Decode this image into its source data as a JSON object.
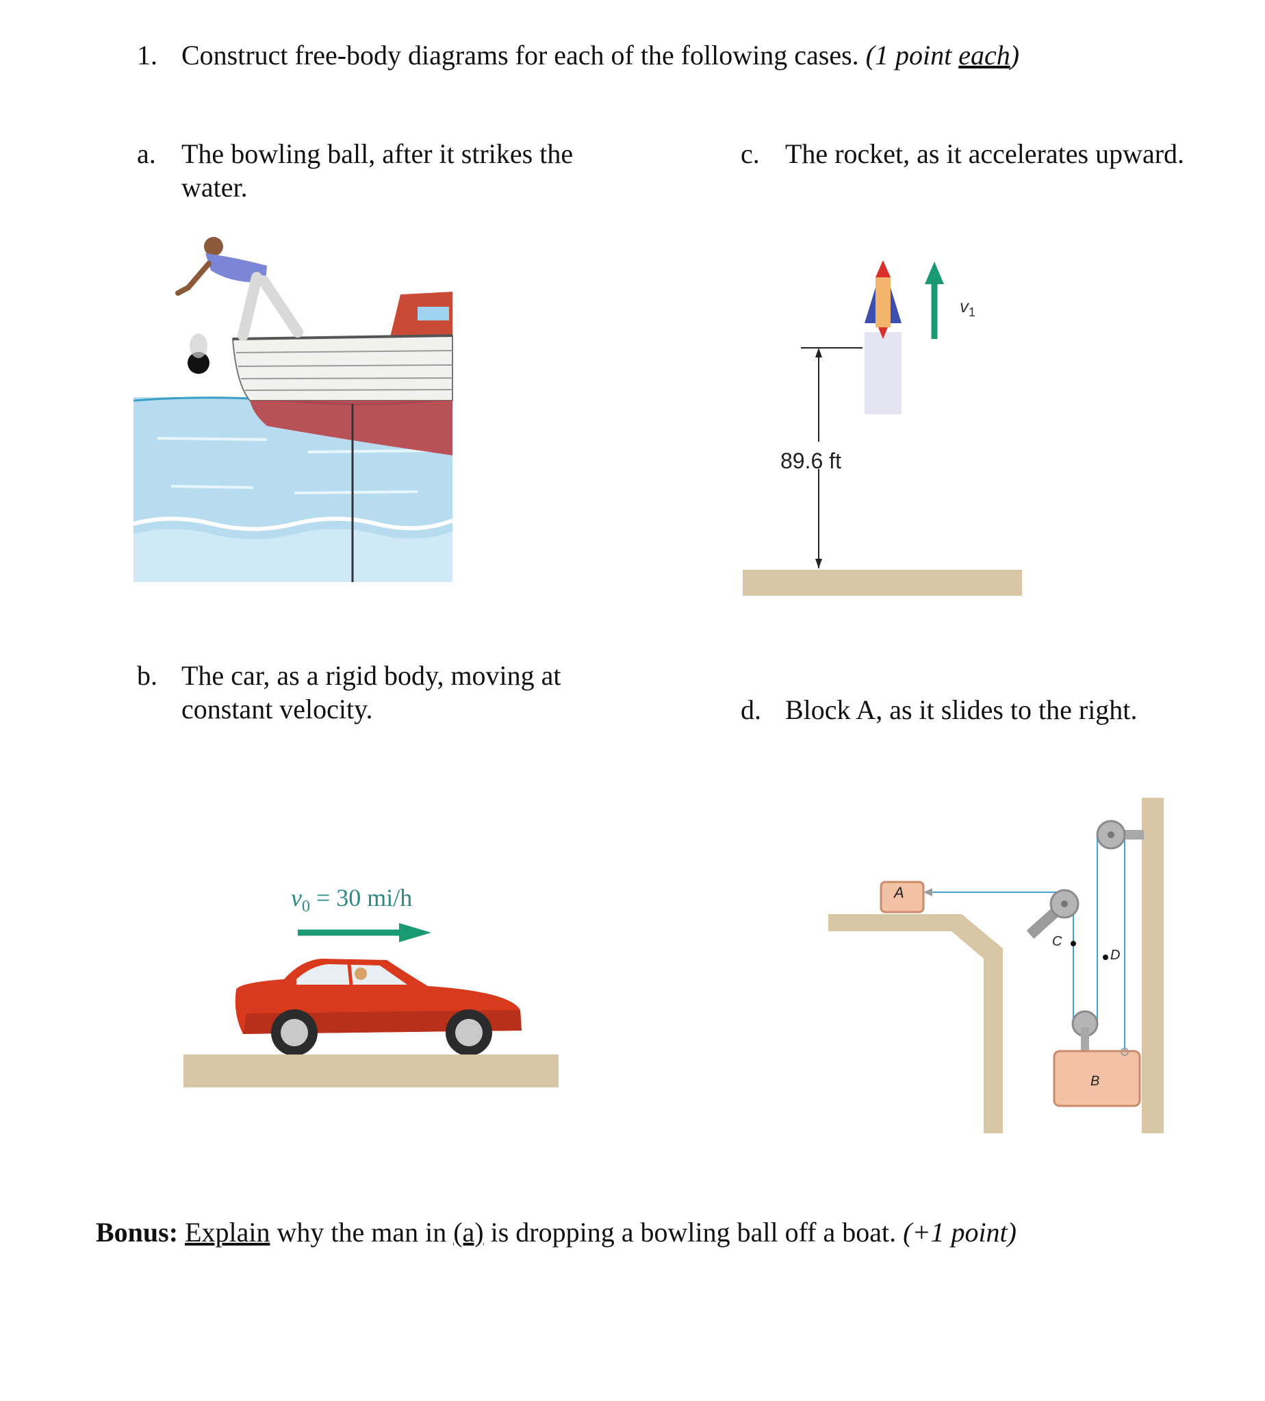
{
  "question": {
    "number": "1.",
    "text": "Construct free-body diagrams for each of the following cases.",
    "points_prefix": "(1 point ",
    "points_underlined": "each",
    "points_suffix": ")"
  },
  "parts": {
    "a": {
      "letter": "a.",
      "line1": "The bowling ball, after it strikes the",
      "line2": "water."
    },
    "b": {
      "letter": "b.",
      "line1": "The car, as a rigid body, moving at",
      "line2": "constant velocity."
    },
    "c": {
      "letter": "c.",
      "line1": "The rocket, as it accelerates upward."
    },
    "d": {
      "letter": "d.",
      "line1": "Block A, as it slides to the right."
    }
  },
  "figures": {
    "rocket": {
      "velocity_label": "v",
      "velocity_subscript": "1",
      "height_label": "89.6 ft"
    },
    "car": {
      "velocity_label": "v",
      "velocity_subscript": "0",
      "velocity_value": "= 30 mi/h"
    },
    "pulley": {
      "block_a": "A",
      "block_b": "B",
      "point_c": "C",
      "point_d": "D"
    }
  },
  "bonus": {
    "label": "Bonus:",
    "verb": "Explain",
    "middle": " why the man in ",
    "ref": "(a)",
    "rest": " is dropping a bowling ball off a boat. ",
    "points": "(+1 point)"
  },
  "colors": {
    "water": "#b7dcf0",
    "boat_hull_red": "#b9383d",
    "ground": "#d8c6a4",
    "arrow_green": "#1a9a72",
    "car_red": "#d93a1e",
    "cable_blue": "#43a3d2",
    "block_fill": "#f3c2a4"
  }
}
